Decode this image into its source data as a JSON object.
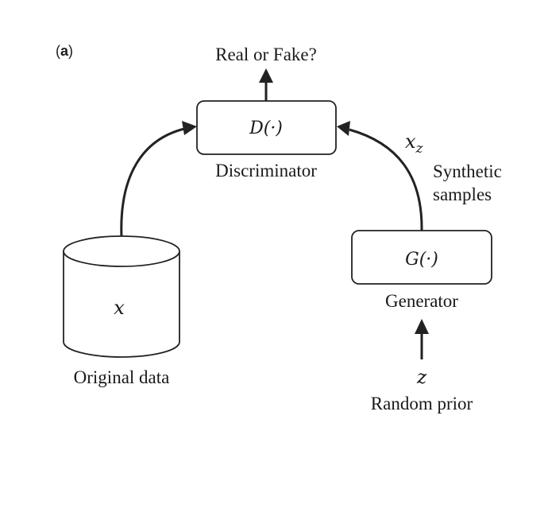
{
  "panel_label": {
    "paren_open": "(",
    "letter": "a",
    "paren_close": ")"
  },
  "discriminator": {
    "output_label": "Real or Fake?",
    "symbol": "D(·)",
    "label": "Discriminator"
  },
  "generator": {
    "symbol": "G(·)",
    "label": "Generator",
    "output_symbol": "x_z",
    "output_symbol_base": "x",
    "output_symbol_sub": "z",
    "output_label_line1": "Synthetic",
    "output_label_line2": "samples"
  },
  "original_data": {
    "symbol": "x",
    "label": "Original data"
  },
  "random_prior": {
    "symbol": "z",
    "label": "Random prior"
  },
  "colors": {
    "stroke": "#222222",
    "text": "#1a1a1a",
    "background": "#ffffff"
  }
}
